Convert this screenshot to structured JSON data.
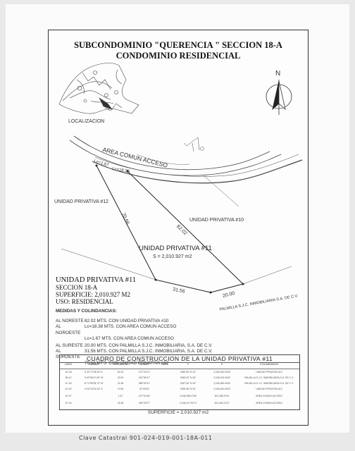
{
  "title_line1": "SUBCONDOMINIO \"QUERENCIA \" SECCION 18-A",
  "title_line2": "CONDOMINIO RESIDENCIAL",
  "localization_label": "LOCALIZACION",
  "north_label": "N",
  "area_comun_label": "AREA COMUN ACCESO",
  "arc_labels": [
    "Lc=1.67",
    "Lc=18.38"
  ],
  "up12_label": "UNIDAD PRIVATIVA #12",
  "up10_label": "UNIDAD PRIVATIVA #10",
  "up11_label": "UNIDAD PRIVATIVA #11",
  "surface_label": "S = 2,010.927 m2",
  "dims": {
    "left": "70.66",
    "right": "82.02",
    "bottom": "31.56",
    "bottom_right": "20.00"
  },
  "palmilla_label": "PALMILLA S.J.C. INMOBILIARIA S.A. DE C.V.",
  "info": {
    "line1": "UNIDAD PRIVATIVA #11",
    "line2": "SECCION 18-A",
    "line3": "SUPERFICIE: 2,010.927 M2",
    "line4": "USO: RESIDENCIAL"
  },
  "boundaries_title": "MEDIDAS Y COLINDANCIAS:",
  "boundaries": [
    {
      "dir": "AL NORESTE",
      "text": "82.02 MTS. CON UNIDAD PRIVATIVA #10"
    },
    {
      "dir": "AL NOROESTE",
      "text": "Lc=18.38 MTS. CON AREA COMUN ACCESO"
    },
    {
      "dir": "",
      "text": "Lc=1.67 MTS. CON AREA COMUN ACCESO"
    },
    {
      "dir": "AL SURESTE",
      "text": "20.00 MTS. CON PALMILLA S.J.C. INMOBILIARIA, S.A. DE C.V."
    },
    {
      "dir": "AL SUROESTE",
      "text": "31.56 MTS. CON PALMILLA S.J.C. INMOBILIARIA, S.A. DE C.V."
    },
    {
      "dir": "",
      "text": "70.66 MTS. CON UNIDAD PRIVATIVA #12"
    }
  ],
  "table": {
    "title": "CUADRO DE CONSTRUCCION DE LA UNIDAD PRIVATIVA #11",
    "headers": [
      "LADO",
      "RUMBO",
      "DISTANCIA",
      "AZIMUT",
      "DEFL",
      "Y",
      "X",
      "COLINDANCIA"
    ],
    "rows": [
      [
        "1A-1B",
        "S 42°17'58.18\" E",
        "82.02",
        "137°42'01\"",
        "",
        "2080'50\" N 42\"",
        "2,046,000.0000",
        "UNIDAD PRIVATIVA #10"
      ],
      [
        "1B-1C",
        "S 62°56'47.09\" W",
        "20.00",
        "242°56'47\"",
        "",
        "2060'43\" N 26\"",
        "2,046,100.0000",
        "PALMILLA S.J.C. INMOBILIARIA S.A. DE C.V."
      ],
      [
        "1C-1D",
        "N 71°59'28.70\" W",
        "31.56",
        "288°00'31\"",
        "",
        "2067'46\" N 26\"",
        "2,046,080.0000",
        "PALMILLA S.J.C. INMOBILIARIA S.A. DE C.V."
      ],
      [
        "1D-1E",
        "N 32°02'54.16\" E",
        "70.66",
        "32°02'54\"",
        "",
        "2055'45\" N 34\"",
        "2,046,040.0000",
        "UNIDAD PRIVATIVA #12"
      ],
      [
        "1E-1F",
        "",
        "1.67",
        "137°02'48\"",
        "",
        "2,046,098.4755",
        "501,485.9791",
        "AREA COMUN ACCESO"
      ],
      [
        "1F-1A",
        "",
        "18.38",
        "180°43'27\"",
        "",
        "2,046,107.5273",
        "501,483.2273",
        "AREA COMUN ACCESO"
      ]
    ]
  },
  "table_surface": "SUPERFICIE = 2,010.927 m2",
  "handwritten": "Clave Catastral  901-024-019-001-18A-011"
}
